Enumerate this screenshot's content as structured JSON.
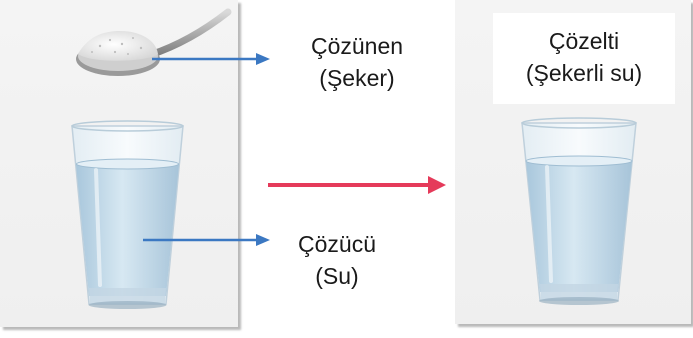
{
  "labels": {
    "solute": "Çözünen",
    "solute_note": "(Şeker)",
    "solvent": "Çözücü",
    "solvent_note": "(Su)",
    "solution": "Çözelti",
    "solution_note": "(Şekerli su)"
  },
  "colors": {
    "pointer_arrow": "#3b78c2",
    "process_arrow": "#e53a5a",
    "panel_shadow": "#b9b9b9"
  },
  "icons": {
    "sugar": "spoon-of-sugar",
    "water": "glass-of-water"
  }
}
